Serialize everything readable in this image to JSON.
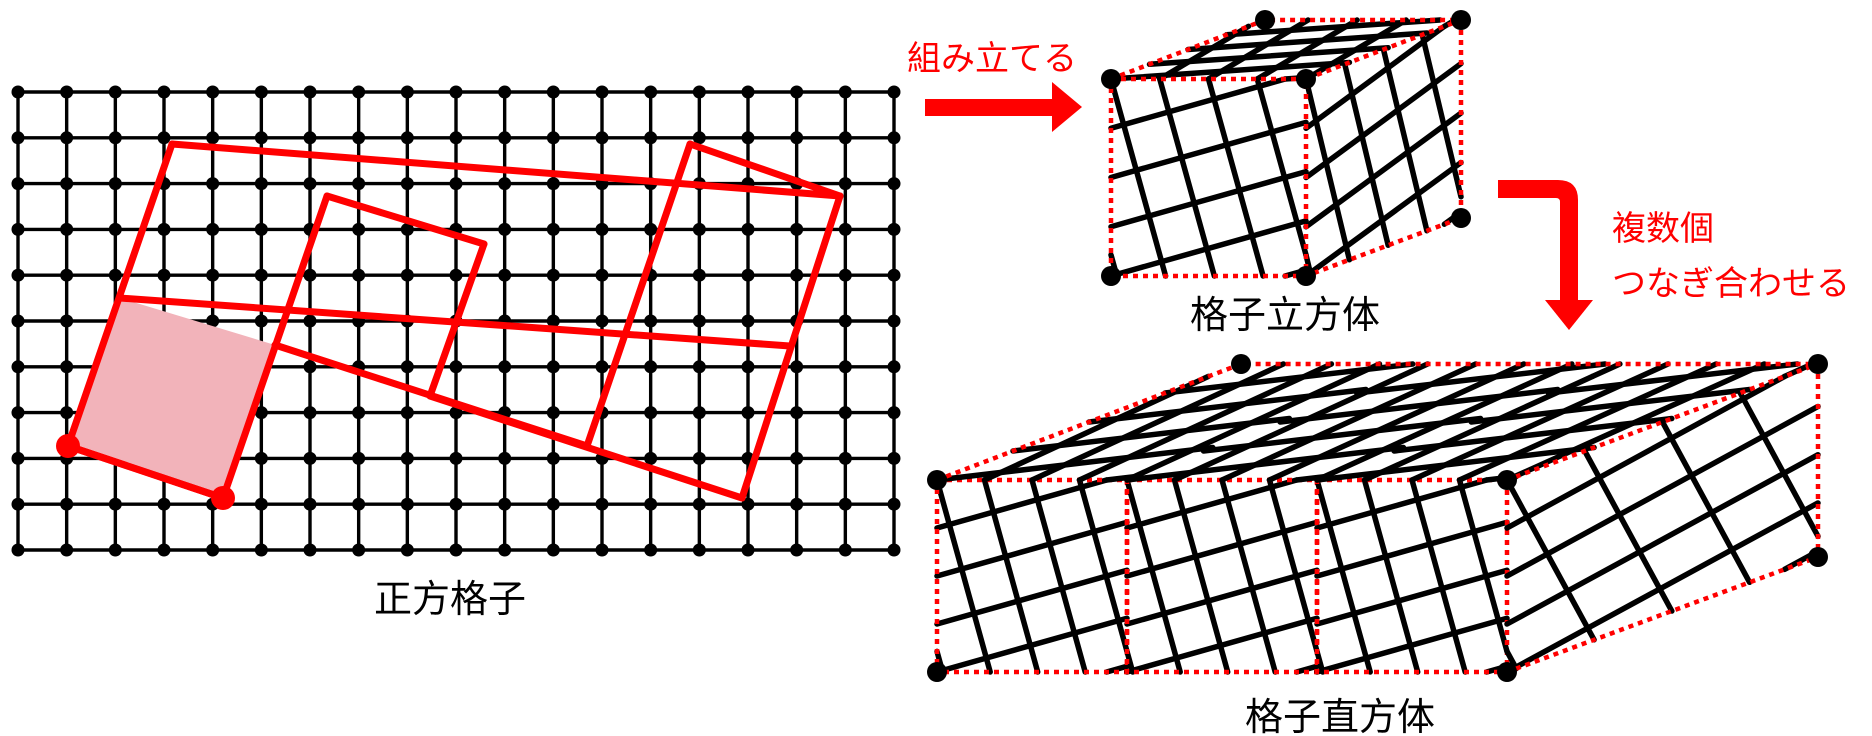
{
  "labels": {
    "square_lattice": "正方格子",
    "assemble": "組み立てる",
    "lattice_cube": "格子立方体",
    "combine_line1": "複数個",
    "combine_line2": "つなぎ合わせる",
    "lattice_cuboid": "格子直方体"
  },
  "colors": {
    "accent": "#ff0000",
    "shade": "#f2b3ba",
    "ink": "#000000"
  },
  "lattice": {
    "columns": 18,
    "rows": 10
  }
}
